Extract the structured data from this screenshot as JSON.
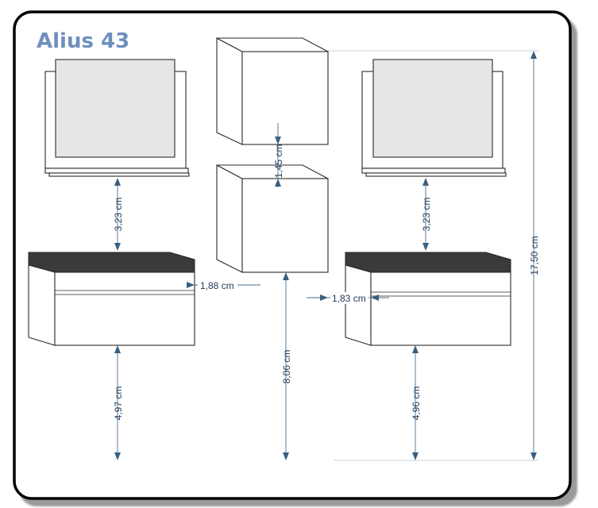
{
  "title": "Alius 43",
  "dimensions": {
    "left_mirror_gap": "3,23 cm",
    "left_floor_gap": "4,97 cm",
    "cabinet_gap": "1,45 cm",
    "left_side_gap": "1,88 cm",
    "center_floor_gap": "8,06 cm",
    "right_side_gap": "1,83 cm",
    "right_mirror_gap": "3,23 cm",
    "right_floor_gap": "4,96 cm",
    "total_height": "17,50 cm"
  },
  "colors": {
    "title": "#6f8fbf",
    "countertop": "#3a3a3a",
    "mirror": "#e6e6e6",
    "dimension": "#3a5f80"
  }
}
